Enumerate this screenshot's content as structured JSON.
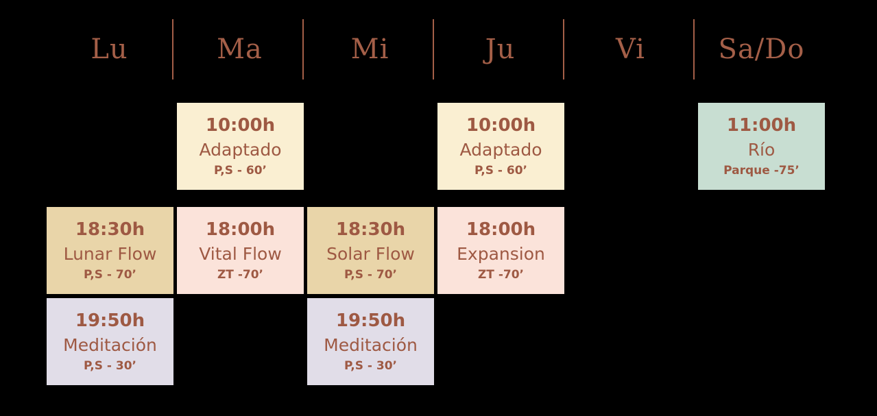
{
  "page": {
    "background": "#000000"
  },
  "colors": {
    "header_text": "#A45F48",
    "divider": "#A45F48",
    "card_text": "#9E5943",
    "cream": "#FAEFD2",
    "tan": "#E9D5A9",
    "pink": "#FBE3DA",
    "lavender": "#E1DDE8",
    "mint": "#C8DED2"
  },
  "header": {
    "days": [
      "Lu",
      "Ma",
      "Mi",
      "Ju",
      "Vi",
      "Sa/Do"
    ]
  },
  "schedule": {
    "rows": [
      {
        "name": "morning",
        "cells": [
          {
            "type": "empty"
          },
          {
            "type": "card",
            "color": "cream",
            "time": "10:00h",
            "title": "Adaptado",
            "detail": "P,S - 60’"
          },
          {
            "type": "empty"
          },
          {
            "type": "card",
            "color": "cream",
            "time": "10:00h",
            "title": "Adaptado",
            "detail": "P,S - 60’"
          },
          {
            "type": "empty"
          },
          {
            "type": "card",
            "color": "mint",
            "time": "11:00h",
            "title": "Río",
            "detail": "Parque -75’"
          }
        ]
      },
      {
        "name": "evening",
        "cells": [
          {
            "type": "card",
            "color": "tan",
            "time": "18:30h",
            "title": "Lunar Flow",
            "detail": "P,S - 70’"
          },
          {
            "type": "card",
            "color": "pink",
            "time": "18:00h",
            "title": "Vital Flow",
            "detail": "ZT -70’"
          },
          {
            "type": "card",
            "color": "tan",
            "time": "18:30h",
            "title": "Solar Flow",
            "detail": "P,S - 70’"
          },
          {
            "type": "card",
            "color": "pink",
            "time": "18:00h",
            "title": "Expansion",
            "detail": "ZT -70’"
          },
          {
            "type": "empty"
          },
          {
            "type": "empty"
          }
        ]
      },
      {
        "name": "meditation",
        "cells": [
          {
            "type": "card",
            "color": "lavender",
            "time": "19:50h",
            "title": "Meditación",
            "detail": "P,S - 30’"
          },
          {
            "type": "empty"
          },
          {
            "type": "card",
            "color": "lavender",
            "time": "19:50h",
            "title": "Meditación",
            "detail": "P,S - 30’"
          },
          {
            "type": "empty"
          },
          {
            "type": "empty"
          },
          {
            "type": "empty"
          }
        ]
      }
    ]
  }
}
